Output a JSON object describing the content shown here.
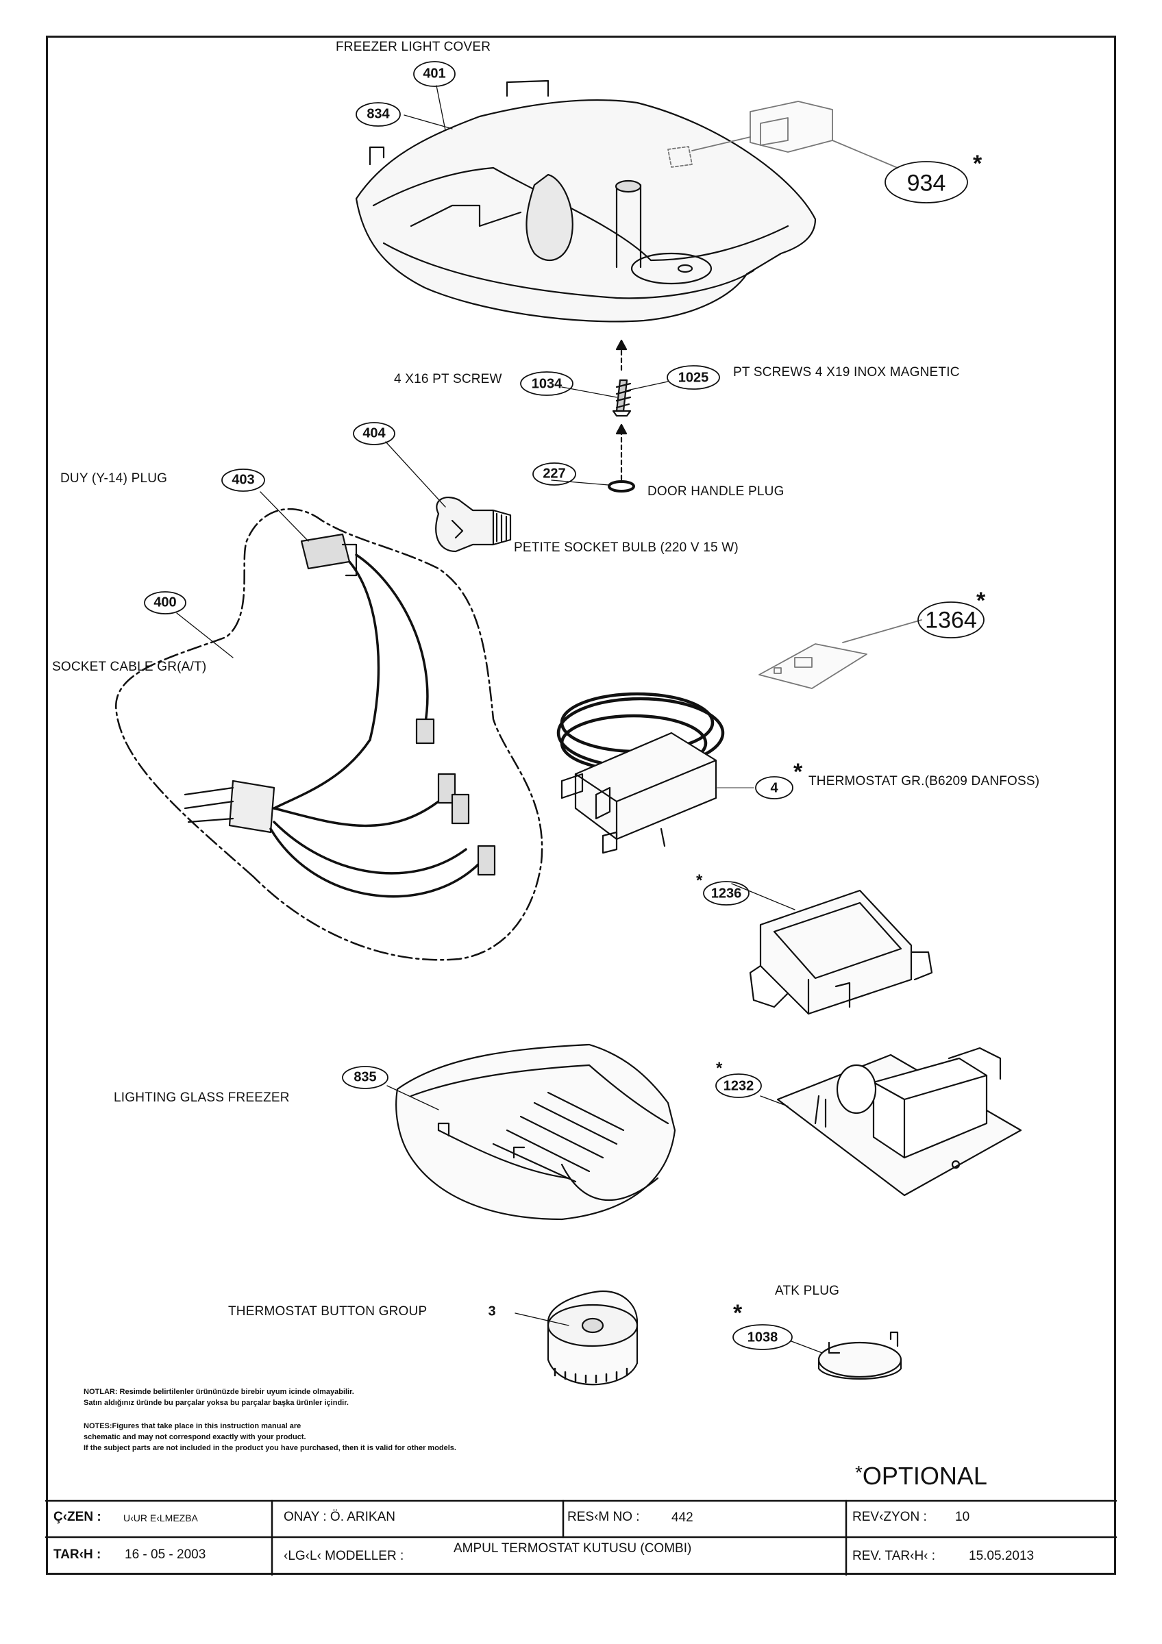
{
  "parts": [
    {
      "no": "401",
      "label": "FREEZER LIGHT COVER"
    },
    {
      "no": "834",
      "label": ""
    },
    {
      "no": "934",
      "label": "",
      "optional": true
    },
    {
      "no": "1034",
      "label": "4 X16  PT SCREW"
    },
    {
      "no": "1025",
      "label": "PT SCREWS 4 X19 INOX MAGNETIC"
    },
    {
      "no": "404",
      "label": ""
    },
    {
      "no": "227",
      "label": "DOOR HANDLE PLUG"
    },
    {
      "no": "403",
      "label": "DUY (Y-14) PLUG"
    },
    {
      "no": "",
      "label": "PETITE SOCKET BULB (220 V 15 W)"
    },
    {
      "no": "1364",
      "label": "",
      "optional": true
    },
    {
      "no": "400",
      "label": "SOCKET CABLE GR(A/T)"
    },
    {
      "no": "4",
      "label": "THERMOSTAT GR.(B6209 DANFOSS)",
      "optional": true
    },
    {
      "no": "1236",
      "label": "",
      "optional": true
    },
    {
      "no": "835",
      "label": "LIGHTING GLASS FREEZER"
    },
    {
      "no": "1232",
      "label": "",
      "optional": true
    },
    {
      "no": "1038",
      "label": "ATK PLUG",
      "optional": true
    },
    {
      "no": "3",
      "label": "THERMOSTAT BUTTON GROUP"
    }
  ],
  "star": "*",
  "notes": {
    "tr_1": "NOTLAR: Resimde belirtilenler ürününüzde birebir  uyum icinde olmayabilir.",
    "tr_2": "Satın aldığınız üründe bu parçalar yoksa bu parçalar başka ürünler içindir.",
    "en_1": "NOTES:Figures that take place in this instruction manual are",
    "en_2": "schematic  and may not correspond exactly with your product.",
    "en_3": "If the subject parts are not included in the product you have purchased, then it is valid for other models."
  },
  "optional_note": "OPTIONAL",
  "title_block": {
    "cizen_label": "Ç‹ZEN :",
    "cizen_value": "U‹UR E‹LMEZBA",
    "onay": "ONAY : Ö. ARIKAN",
    "resim_no_label": "RES‹M NO :",
    "resim_no_value": "442",
    "revizyon_label": "REV‹ZYON :",
    "revizyon_value": "10",
    "tarih_label": "TAR‹H :",
    "tarih_value": "16 - 05 - 2003",
    "ilgili_label": "‹LG‹L‹ MODELLER :",
    "ilgili_value": "AMPUL TERMOSTAT KUTUSU (COMBI)",
    "rev_tarih_label": "REV. TAR‹H‹ :",
    "rev_tarih_value": "15.05.2013"
  }
}
